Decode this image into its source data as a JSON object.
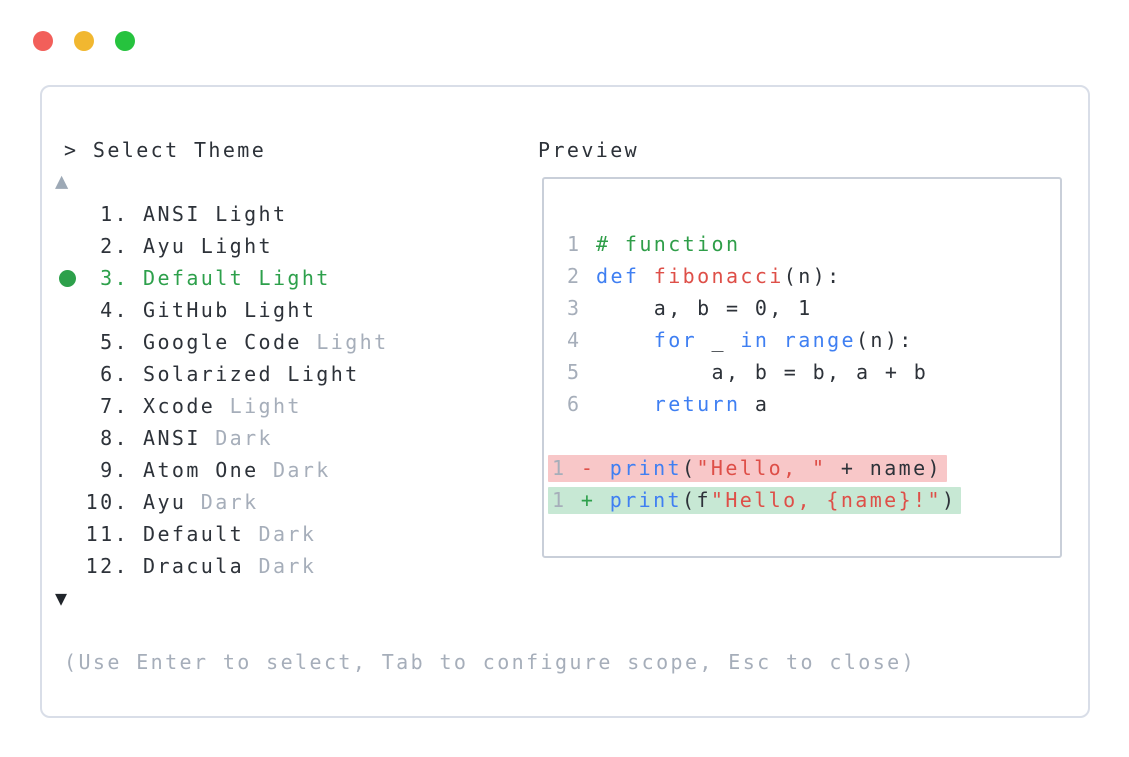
{
  "window": {
    "controls": [
      {
        "name": "close",
        "color": "#f25f5a"
      },
      {
        "name": "minimize",
        "color": "#f1b730"
      },
      {
        "name": "zoom",
        "color": "#26c33e"
      }
    ]
  },
  "theme_picker": {
    "prompt": "> Select Theme",
    "scroll_up_icon": "▲",
    "scroll_down_icon": "▼",
    "items": [
      {
        "number": "1.",
        "name": "ANSI Light",
        "variant_suffix": "",
        "selected": false
      },
      {
        "number": "2.",
        "name": "Ayu Light",
        "variant_suffix": "",
        "selected": false
      },
      {
        "number": "3.",
        "name": "Default Light",
        "variant_suffix": "",
        "selected": true
      },
      {
        "number": "4.",
        "name": "GitHub Light",
        "variant_suffix": "",
        "selected": false
      },
      {
        "number": "5.",
        "name": "Google Code",
        "variant_suffix": "Light",
        "selected": false
      },
      {
        "number": "6.",
        "name": "Solarized Light",
        "variant_suffix": "",
        "selected": false
      },
      {
        "number": "7.",
        "name": "Xcode",
        "variant_suffix": "Light",
        "selected": false
      },
      {
        "number": "8.",
        "name": "ANSI",
        "variant_suffix": "Dark",
        "selected": false
      },
      {
        "number": "9.",
        "name": "Atom One",
        "variant_suffix": "Dark",
        "selected": false
      },
      {
        "number": "10.",
        "name": "Ayu",
        "variant_suffix": "Dark",
        "selected": false
      },
      {
        "number": "11.",
        "name": "Default",
        "variant_suffix": "Dark",
        "selected": false
      },
      {
        "number": "12.",
        "name": "Dracula",
        "variant_suffix": "Dark",
        "selected": false
      }
    ],
    "help": "(Use Enter to select, Tab to configure scope, Esc to close)"
  },
  "preview": {
    "title": "Preview",
    "code_lines": [
      {
        "ln": "1",
        "tokens": [
          {
            "c": "cmt",
            "t": "# function"
          }
        ]
      },
      {
        "ln": "2",
        "tokens": [
          {
            "c": "kw",
            "t": "def"
          },
          {
            "c": "plain",
            "t": " "
          },
          {
            "c": "fn",
            "t": "fibonacci"
          },
          {
            "c": "plain",
            "t": "(n):"
          }
        ]
      },
      {
        "ln": "3",
        "tokens": [
          {
            "c": "plain",
            "t": "    a, b = 0, 1"
          }
        ]
      },
      {
        "ln": "4",
        "tokens": [
          {
            "c": "plain",
            "t": "    "
          },
          {
            "c": "kw",
            "t": "for"
          },
          {
            "c": "plain",
            "t": " _ "
          },
          {
            "c": "kw",
            "t": "in"
          },
          {
            "c": "plain",
            "t": " "
          },
          {
            "c": "kw",
            "t": "range"
          },
          {
            "c": "plain",
            "t": "(n):"
          }
        ]
      },
      {
        "ln": "5",
        "tokens": [
          {
            "c": "plain",
            "t": "        a, b = b, a + b"
          }
        ]
      },
      {
        "ln": "6",
        "tokens": [
          {
            "c": "plain",
            "t": "    "
          },
          {
            "c": "kw",
            "t": "return"
          },
          {
            "c": "plain",
            "t": " a"
          }
        ]
      }
    ],
    "diff_lines": [
      {
        "ln": "1",
        "kind": "removed",
        "tokens": [
          {
            "c": "dm",
            "t": "- "
          },
          {
            "c": "kw",
            "t": "print"
          },
          {
            "c": "plain",
            "t": "("
          },
          {
            "c": "str",
            "t": "\"Hello, \""
          },
          {
            "c": "plain",
            "t": " + name)"
          }
        ]
      },
      {
        "ln": "1",
        "kind": "added",
        "tokens": [
          {
            "c": "dp",
            "t": "+ "
          },
          {
            "c": "kw",
            "t": "print"
          },
          {
            "c": "plain",
            "t": "(f"
          },
          {
            "c": "str",
            "t": "\"Hello, {name}!\""
          },
          {
            "c": "plain",
            "t": ")"
          }
        ]
      }
    ]
  },
  "colors": {
    "text_dark": "#2d3239",
    "muted_gray": "#a6aeba",
    "accent_green": "#2da04b",
    "keyword_blue": "#3f7ff2",
    "string_red": "#de4f48",
    "comment_green": "#2f9e49",
    "diff_removed_bg": "#f8c7c8",
    "diff_added_bg": "#c7e8d4",
    "panel_border": "#d9dee8",
    "preview_border": "#c9cfd9",
    "traffic_red": "#f25f5a",
    "traffic_yellow": "#f1b730",
    "traffic_green": "#26c33e",
    "scroll_up_gray": "#9da9b6",
    "scroll_down_dark": "#20252b"
  }
}
